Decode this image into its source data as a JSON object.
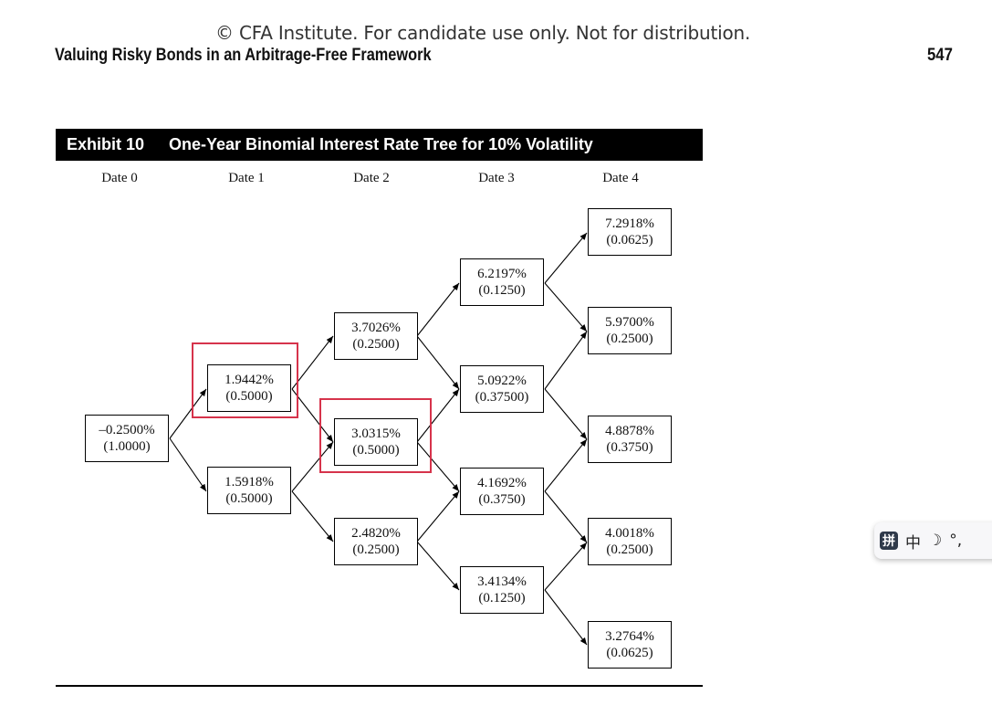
{
  "header": {
    "copyright": "© CFA Institute. For candidate use only. Not for distribution.",
    "running_title": "Valuing Risky Bonds in an Arbitrage-Free Framework",
    "page_number": "547"
  },
  "exhibit": {
    "number": "Exhibit 10",
    "title": "One-Year Binomial Interest Rate Tree for 10% Volatility"
  },
  "dates": [
    "Date 0",
    "Date 1",
    "Date 2",
    "Date 3",
    "Date 4"
  ],
  "tree": {
    "date0": [
      {
        "rate": "–0.2500%",
        "prob": "(1.0000)"
      }
    ],
    "date1": [
      {
        "rate": "1.9442%",
        "prob": "(0.5000)"
      },
      {
        "rate": "1.5918%",
        "prob": "(0.5000)"
      }
    ],
    "date2": [
      {
        "rate": "3.7026%",
        "prob": "(0.2500)"
      },
      {
        "rate": "3.0315%",
        "prob": "(0.5000)"
      },
      {
        "rate": "2.4820%",
        "prob": "(0.2500)"
      }
    ],
    "date3": [
      {
        "rate": "6.2197%",
        "prob": "(0.1250)"
      },
      {
        "rate": "5.0922%",
        "prob": "(0.37500)"
      },
      {
        "rate": "4.1692%",
        "prob": "(0.3750)"
      },
      {
        "rate": "3.4134%",
        "prob": "(0.1250)"
      }
    ],
    "date4": [
      {
        "rate": "7.2918%",
        "prob": "(0.0625)"
      },
      {
        "rate": "5.9700%",
        "prob": "(0.2500)"
      },
      {
        "rate": "4.8878%",
        "prob": "(0.3750)"
      },
      {
        "rate": "4.0018%",
        "prob": "(0.2500)"
      },
      {
        "rate": "3.2764%",
        "prob": "(0.0625)"
      }
    ]
  },
  "highlight_color": "#d6334b",
  "ime_toolbar": {
    "pinyin": "拼",
    "mode": "中",
    "moon": "☽",
    "punct": "°,"
  }
}
